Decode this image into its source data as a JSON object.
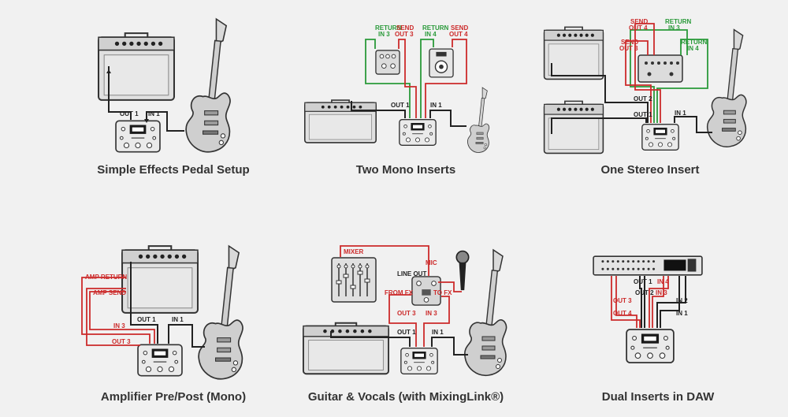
{
  "captions": {
    "simple": "Simple Effects Pedal Setup",
    "mono_inserts": "Two Mono Inserts",
    "stereo_insert": "One Stereo Insert",
    "pre_post": "Amplifier Pre/Post (Mono)",
    "vocals": "Guitar & Vocals (with MixingLink®)",
    "daw": "Dual Inserts in DAW"
  },
  "labels": {
    "out1": "OUT 1",
    "out2": "OUT 2",
    "out3": "OUT 3",
    "out4": "OUT 4",
    "in1": "IN 1",
    "in2": "IN 2",
    "in3": "IN 3",
    "in4": "IN 4",
    "return": "RETURN",
    "send": "SEND",
    "return_in3_a": "RETURN",
    "return_in3_b": "IN 3",
    "send_out3_a": "SEND",
    "send_out3_b": "OUT 3",
    "return_in4_a": "RETURN",
    "return_in4_b": "IN 4",
    "send_out4_a": "SEND",
    "send_out4_b": "OUT 4",
    "amp_return": "AMP RETURN",
    "amp_send": "AMP SEND",
    "mixer": "MIXER",
    "mic": "MIC",
    "line_out": "LINE OUT",
    "from_fx": "FROM FX",
    "to_fx": "TO FX"
  },
  "colors": {
    "send_line": "#cc2a2a",
    "return_line": "#2a9a3a",
    "signal_line": "#222222",
    "caption": "#333333",
    "background": "#f1f1f1"
  }
}
